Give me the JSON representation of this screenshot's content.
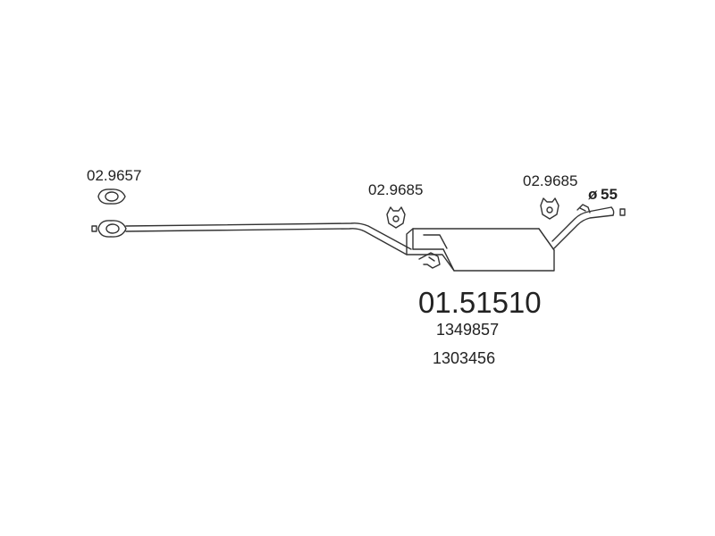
{
  "diagram": {
    "refs": [
      {
        "id": "gasket",
        "text": "02.9657"
      },
      {
        "id": "hanger-1",
        "text": "02.9685"
      },
      {
        "id": "hanger-2",
        "text": "02.9685"
      }
    ],
    "diameter": {
      "symbol": "ø",
      "value": "55"
    },
    "part_number": "01.51510",
    "oem_numbers": [
      "1349857",
      "1303456"
    ]
  }
}
